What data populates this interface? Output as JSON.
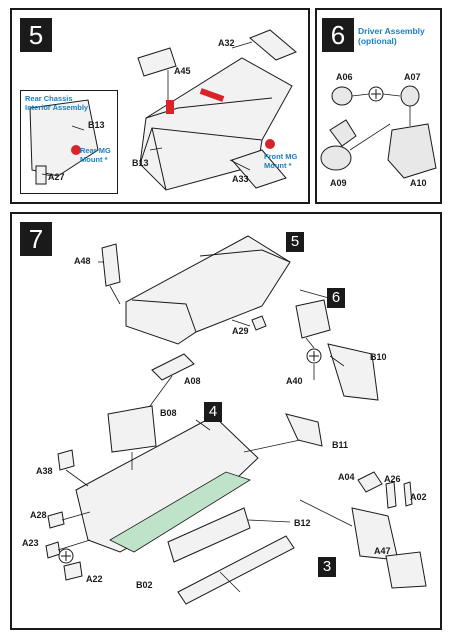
{
  "steps": {
    "step5": {
      "number": "5"
    },
    "step6": {
      "number": "6",
      "title_line1": "Driver Assembly",
      "title_line2": "(optional)"
    },
    "step7": {
      "number": "7"
    }
  },
  "step5_parts": {
    "a32": "A32",
    "a45": "A45",
    "b13_main": "B13",
    "a33": "A33",
    "callout_title_line1": "Rear Chassis",
    "callout_title_line2": "Interior Assembly",
    "b13_callout": "B13",
    "a27": "A27",
    "rear_mg_line1": "Rear MG",
    "rear_mg_line2": "Mount *",
    "front_mg_line1": "Front MG",
    "front_mg_line2": "Mount *"
  },
  "step6_parts": {
    "a06": "A06",
    "a07": "A07",
    "a09": "A09",
    "a10": "A10"
  },
  "step7_parts": {
    "a48": "A48",
    "a29": "A29",
    "a08": "A08",
    "b10": "B10",
    "a40": "A40",
    "b08": "B08",
    "b11": "B11",
    "a38": "A38",
    "a04": "A04",
    "a26": "A26",
    "a02": "A02",
    "a28": "A28",
    "b12": "B12",
    "a23": "A23",
    "a47": "A47",
    "a22": "A22",
    "b02": "B02",
    "sub5": "5",
    "sub6": "6",
    "sub4": "4",
    "sub3": "3"
  },
  "colors": {
    "accent_blue": "#1a7fc0",
    "marker_red": "#d8232a",
    "chassis_green": "#bfe3c8",
    "badge_black": "#1a1a1a"
  }
}
